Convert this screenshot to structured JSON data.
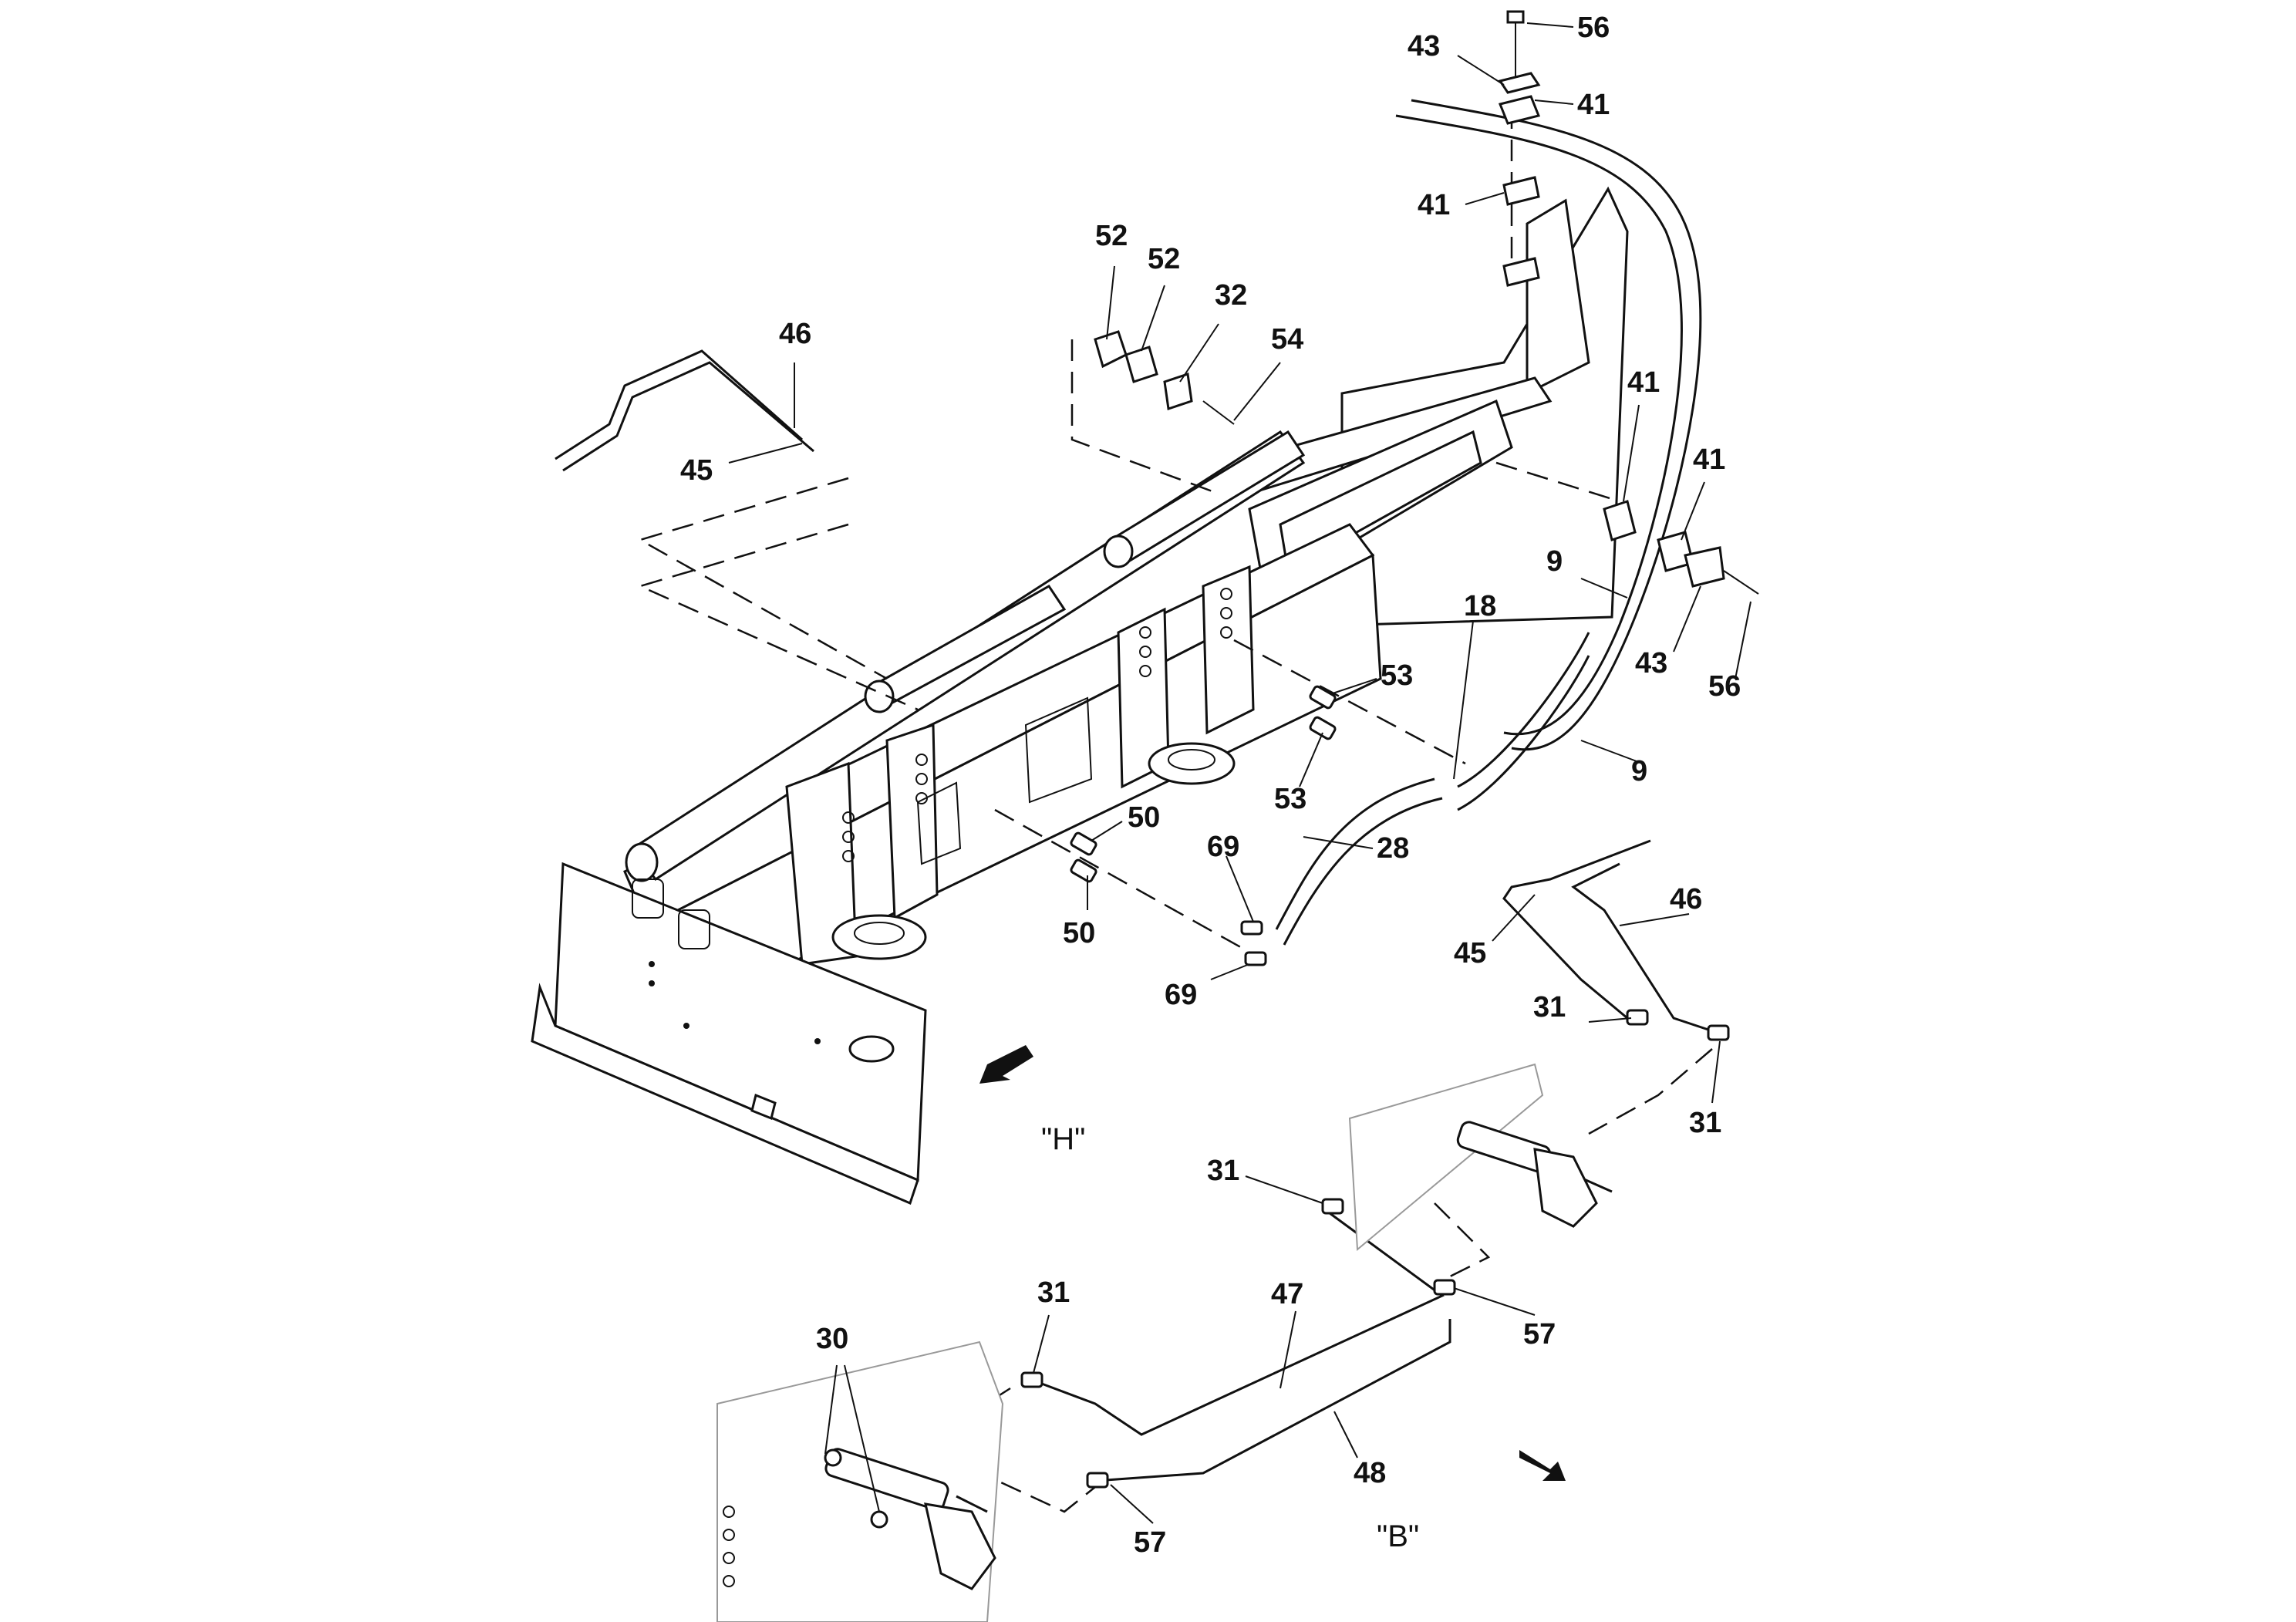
{
  "callouts": [
    "56",
    "43",
    "41",
    "41",
    "52",
    "52",
    "32",
    "54",
    "46",
    "45",
    "41",
    "41",
    "9",
    "43",
    "56",
    "18",
    "53",
    "53",
    "9",
    "50",
    "69",
    "28",
    "50",
    "69",
    "46",
    "45",
    "31",
    "31",
    "31",
    "47",
    "31",
    "57",
    "30",
    "48",
    "57"
  ],
  "views": [
    "\"H\"",
    "\"B\""
  ]
}
